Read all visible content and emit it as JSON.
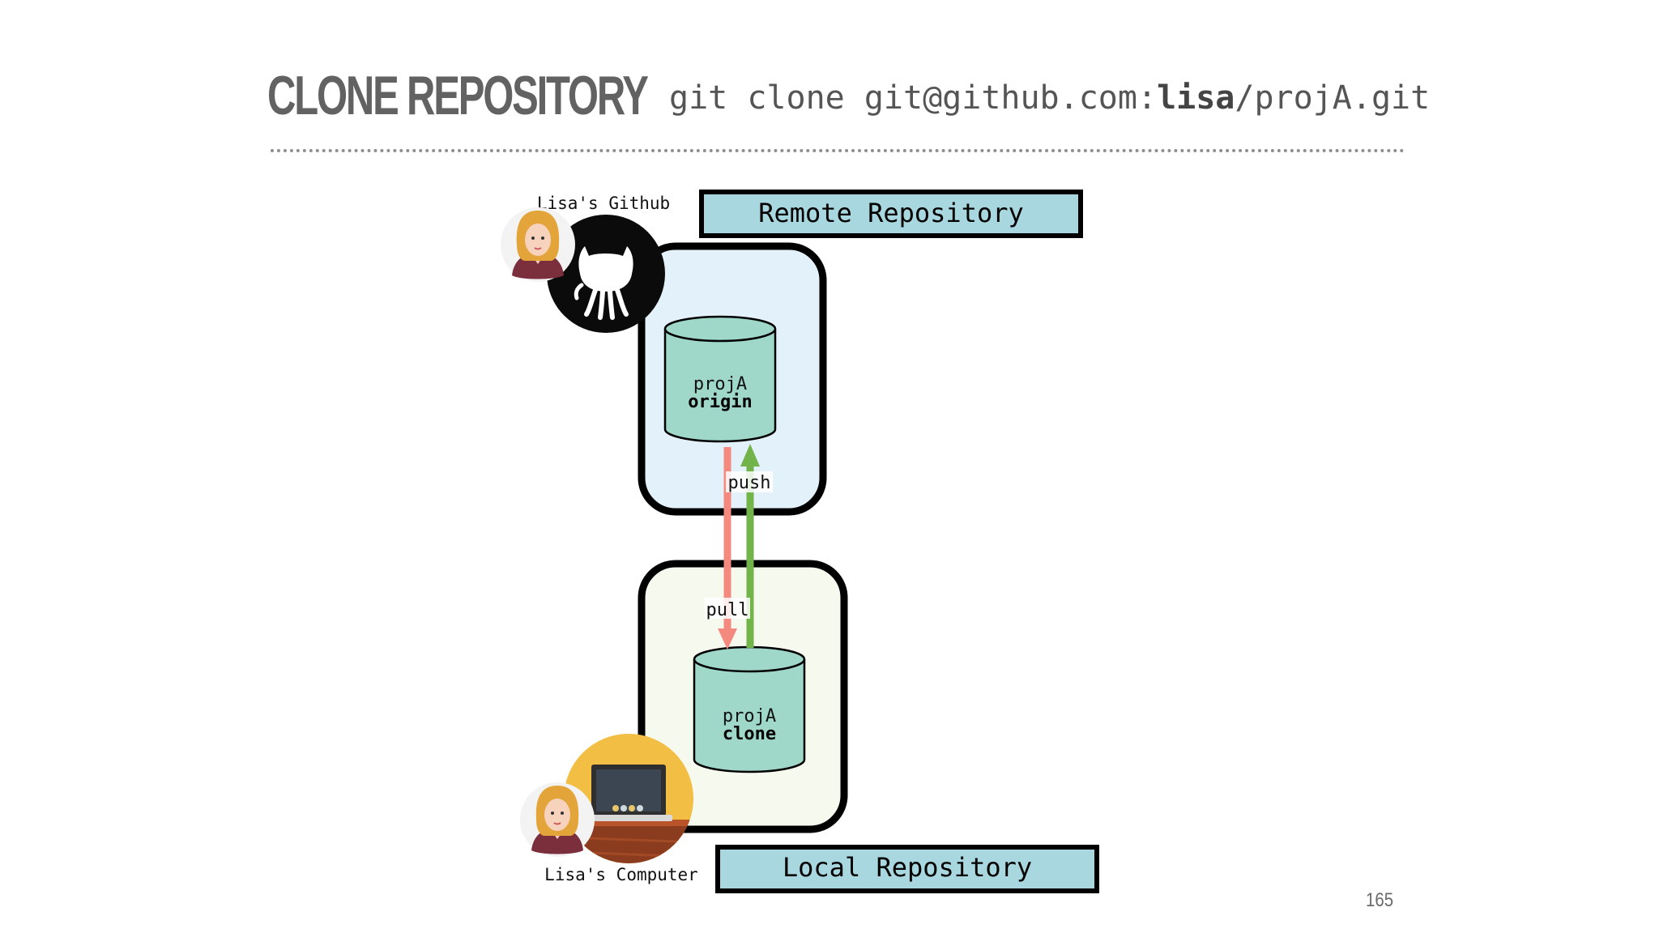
{
  "slide": {
    "title": "CLONE REPOSITORY",
    "command": {
      "prefix": "git clone git@github.com:",
      "bold": "lisa",
      "suffix": "/projA.git"
    },
    "page_number": "165"
  },
  "diagram": {
    "remote_label": "Remote Repository",
    "local_label": "Local Repository",
    "github_label": "Lisa's Github",
    "computer_label": "Lisa's Computer",
    "origin_repo": {
      "name": "projA",
      "role": "origin"
    },
    "clone_repo": {
      "name": "projA",
      "role": "clone"
    },
    "push_label": "push",
    "pull_label": "pull"
  },
  "colors": {
    "remote_box_fill": "#e3f1fb",
    "local_box_fill": "#f6faee",
    "cylinder_fill": "#9fd8c8",
    "label_box_fill": "#a8d7e0",
    "push_arrow": "#72b34a",
    "pull_arrow": "#f3897f"
  },
  "icons": [
    "github-octocat-icon",
    "user-avatar-icon",
    "laptop-icon"
  ]
}
